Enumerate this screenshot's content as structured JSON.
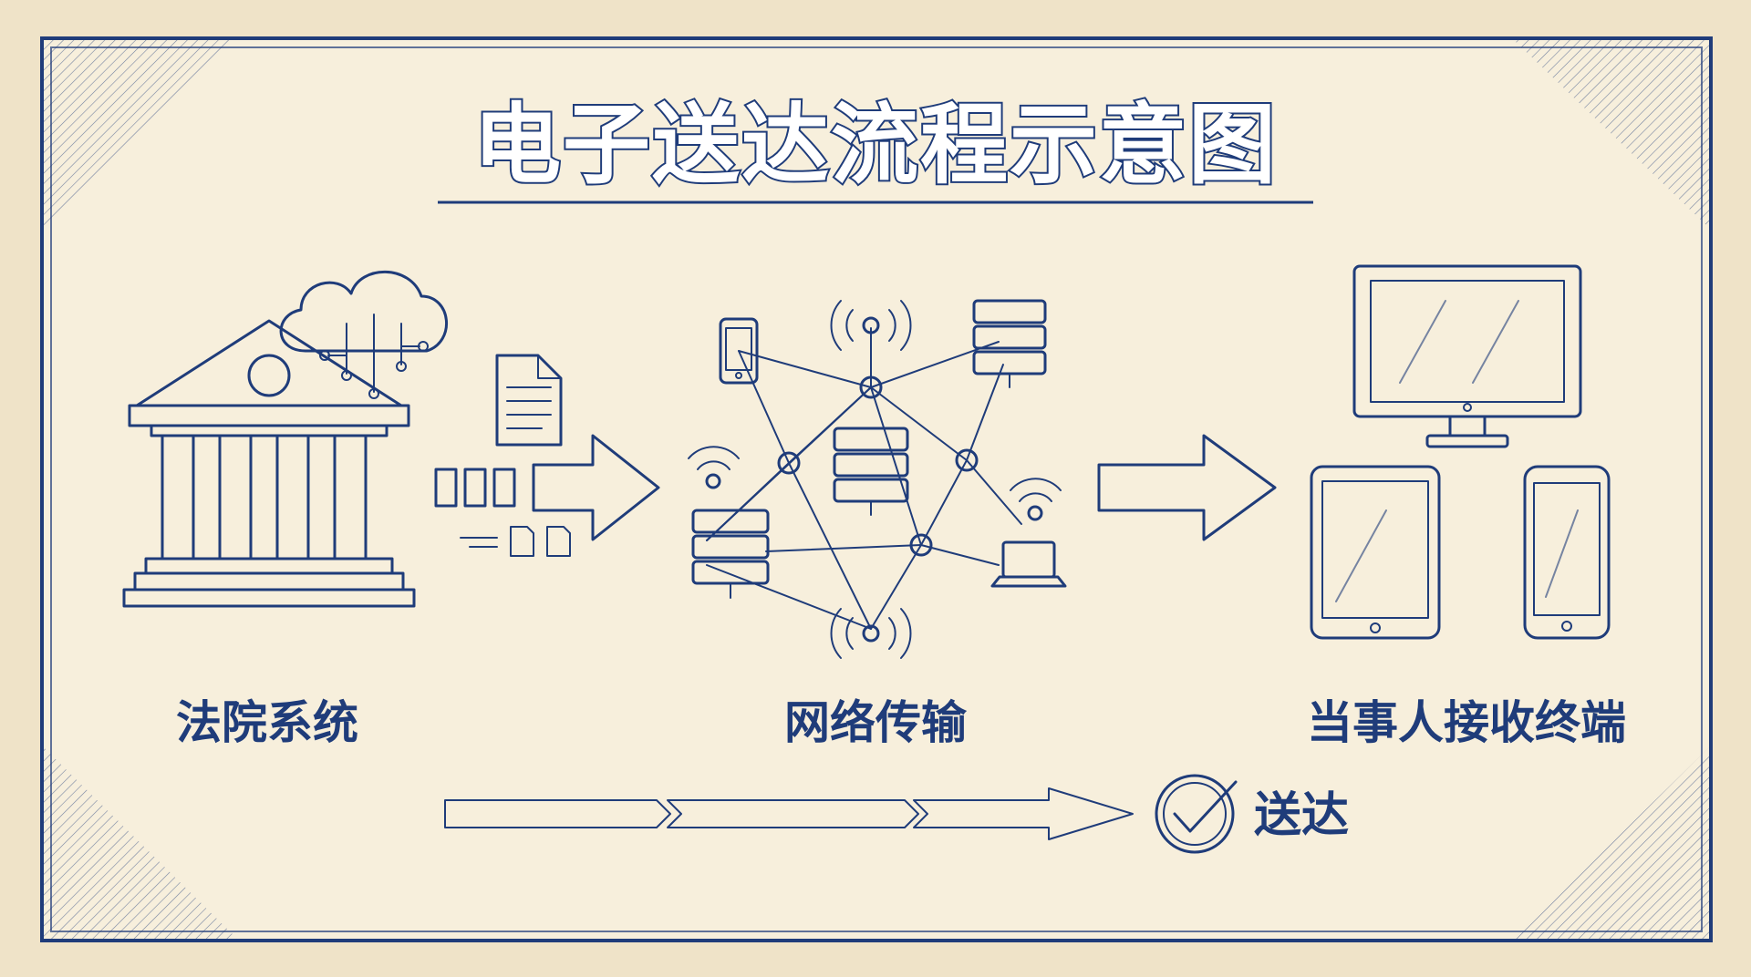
{
  "title": "电子送达流程示意图",
  "stages": [
    {
      "label": "法院系统"
    },
    {
      "label": "网络传输"
    },
    {
      "label": "当事人接收终端"
    }
  ],
  "status": {
    "label": "送达"
  },
  "colors": {
    "ink": "#1f3c7a",
    "paper": "#f3e9d2",
    "paper_inner": "#f7efdc"
  }
}
